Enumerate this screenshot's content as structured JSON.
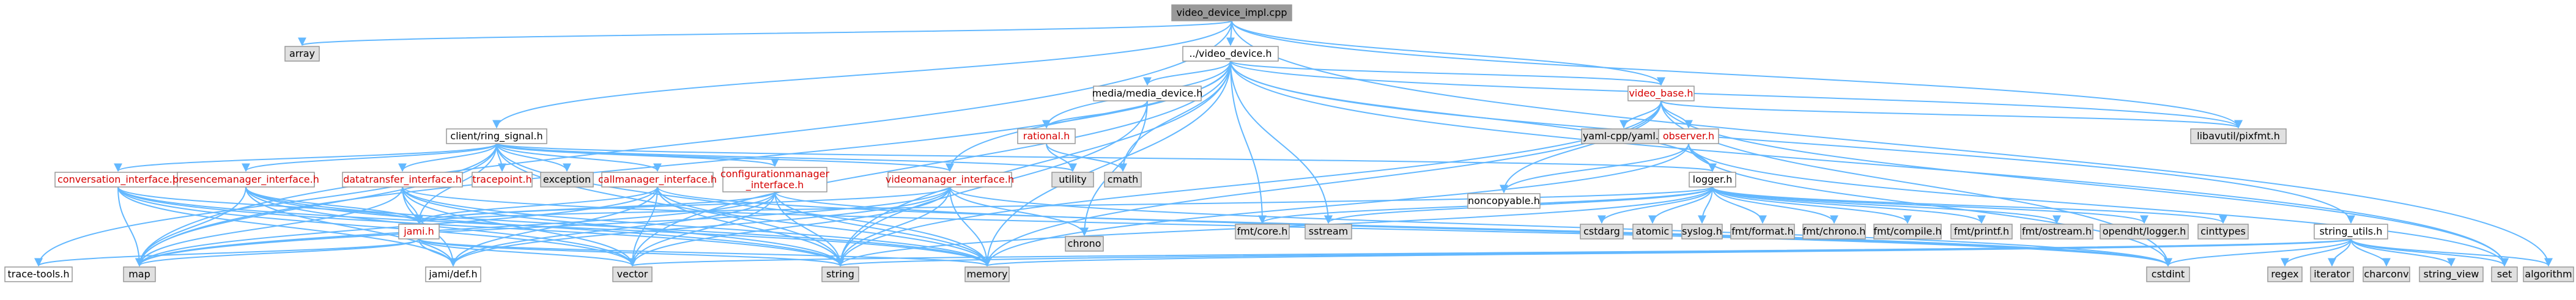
{
  "colors": {
    "edge": "#63b8ff",
    "node_fill_root": "#999999",
    "node_fill_external": "#e0e0e0",
    "node_fill_internal": "#ffffff",
    "node_stroke": "#999999",
    "label_link": "#d60000",
    "label_default": "#000000"
  },
  "nodes": {
    "root": "video_device_impl.cpp",
    "array": "array",
    "video_device": "../video_device.h",
    "media_device": "media/media_device.h",
    "video_base": "video_base.h",
    "libavutil": "libavutil/pixfmt.h",
    "client_ring_signal": "client/ring_signal.h",
    "rational": "rational.h",
    "yaml": "yaml-cpp/yaml.h",
    "observer": "observer.h",
    "utility": "utility",
    "cmath": "cmath",
    "noncopyable": "noncopyable.h",
    "logger": "logger.h",
    "conversation_interface": "conversation_interface.h",
    "presencemanager_interface": "presencemanager_interface.h",
    "datatransfer_interface": "datatransfer_interface.h",
    "tracepoint": "tracepoint.h",
    "exception": "exception",
    "callmanager_interface": "callmanager_interface.h",
    "configurationmanager_line1": "configurationmanager",
    "configurationmanager_line2": "_interface.h",
    "videomanager_interface": "videomanager_interface.h",
    "chrono": "chrono",
    "fmt_core": "fmt/core.h",
    "sstream": "sstream",
    "cstdarg": "cstdarg",
    "atomic": "atomic",
    "syslog": "syslog.h",
    "fmt_format": "fmt/format.h",
    "fmt_chrono": "fmt/chrono.h",
    "fmt_compile": "fmt/compile.h",
    "fmt_printf": "fmt/printf.h",
    "fmt_ostream": "fmt/ostream.h",
    "opendht_logger": "opendht/logger.h",
    "cinttypes": "cinttypes",
    "string_utils": "string_utils.h",
    "jami": "jami.h",
    "trace_tools": "trace-tools.h",
    "map": "map",
    "jami_def": "jami/def.h",
    "vector": "vector",
    "string": "string",
    "memory": "memory",
    "cstdint": "cstdint",
    "regex": "regex",
    "iterator": "iterator",
    "charconv": "charconv",
    "string_view": "string_view",
    "set": "set",
    "algorithm": "algorithm"
  }
}
